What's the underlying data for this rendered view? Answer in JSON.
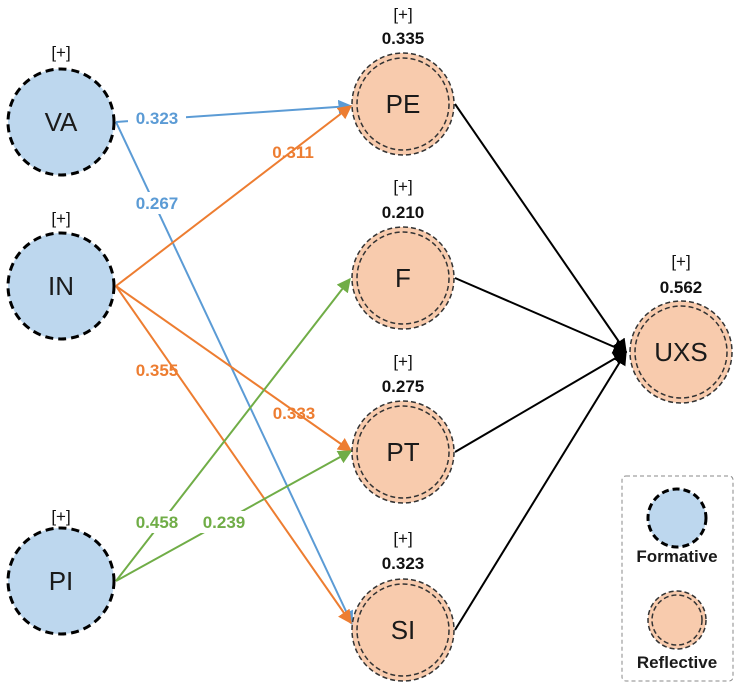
{
  "colors": {
    "formative_fill": "#bdd7ee",
    "reflective_fill": "#f8cbad",
    "blue": "#5b9bd5",
    "orange": "#ed7d31",
    "green": "#70ad47",
    "black": "#000000"
  },
  "nodes": {
    "va": {
      "label": "VA",
      "plus": "[+]"
    },
    "in": {
      "label": "IN",
      "plus": "[+]"
    },
    "pi": {
      "label": "PI",
      "plus": "[+]"
    },
    "pe": {
      "label": "PE",
      "plus": "[+]",
      "r2": "0.335"
    },
    "f": {
      "label": "F",
      "plus": "[+]",
      "r2": "0.210"
    },
    "pt": {
      "label": "PT",
      "plus": "[+]",
      "r2": "0.275"
    },
    "si": {
      "label": "SI",
      "plus": "[+]",
      "r2": "0.323"
    },
    "uxs": {
      "label": "UXS",
      "plus": "[+]",
      "r2": "0.562"
    }
  },
  "paths": {
    "va_pe": "0.323",
    "va_si": "0.267",
    "in_pe": "0.311",
    "in_pt": "0.333",
    "in_si": "0.355",
    "pi_f": "0.458",
    "pi_pt": "0.239"
  },
  "legend": {
    "formative": "Formative",
    "reflective": "Reflective"
  }
}
